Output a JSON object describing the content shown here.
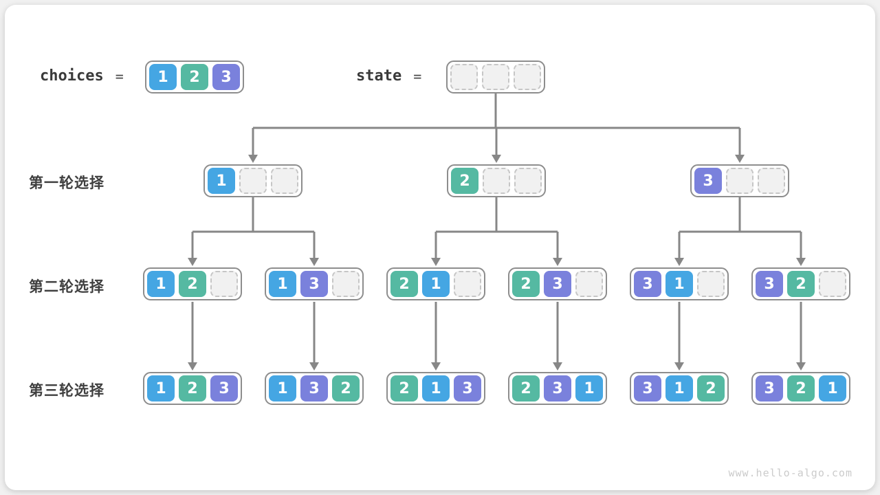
{
  "header": {
    "choices_label": "choices",
    "equals": "=",
    "choices_values": [
      "1",
      "2",
      "3"
    ],
    "state_label": "state",
    "state_values": [
      null,
      null,
      null
    ]
  },
  "rows": [
    {
      "label": "第一轮选择",
      "nodes": [
        [
          "1",
          null,
          null
        ],
        [
          "2",
          null,
          null
        ],
        [
          "3",
          null,
          null
        ]
      ]
    },
    {
      "label": "第二轮选择",
      "nodes": [
        [
          "1",
          "2",
          null
        ],
        [
          "1",
          "3",
          null
        ],
        [
          "2",
          "1",
          null
        ],
        [
          "2",
          "3",
          null
        ],
        [
          "3",
          "1",
          null
        ],
        [
          "3",
          "2",
          null
        ]
      ]
    },
    {
      "label": "第三轮选择",
      "nodes": [
        [
          "1",
          "2",
          "3"
        ],
        [
          "1",
          "3",
          "2"
        ],
        [
          "2",
          "1",
          "3"
        ],
        [
          "2",
          "3",
          "1"
        ],
        [
          "3",
          "1",
          "2"
        ],
        [
          "3",
          "2",
          "1"
        ]
      ]
    }
  ],
  "edges": {
    "state_to_round1": [
      0,
      1,
      2
    ],
    "round1_to_round2": [
      [
        0,
        1
      ],
      [
        2,
        3
      ],
      [
        4,
        5
      ]
    ],
    "round2_to_round3": [
      0,
      1,
      2,
      3,
      4,
      5
    ]
  },
  "colors": {
    "choice_1": "#45a6e3",
    "choice_2": "#55b9a2",
    "choice_3": "#7a81dc",
    "empty_cell": "#f1f1f1",
    "node_border": "#8d8d8d",
    "arrow": "#878787"
  },
  "footer": {
    "watermark": "www.hello-algo.com"
  }
}
